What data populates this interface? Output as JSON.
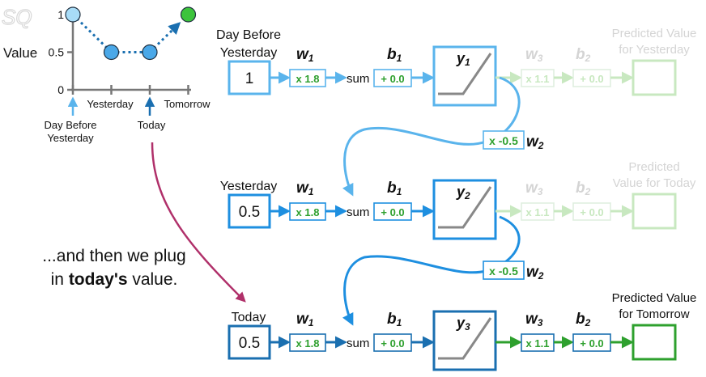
{
  "chart_data": {
    "type": "line",
    "ylabel": "Value",
    "yticks": [
      "0",
      "0.5",
      "1"
    ],
    "ylim": [
      0,
      1
    ],
    "categories": [
      "Day Before Yesterday",
      "",
      "Today",
      "Tomorrow"
    ],
    "x_tick_labels": [
      "Yesterday",
      "Tomorrow"
    ],
    "x_callouts": [
      "Day Before Yesterday",
      "Today"
    ],
    "values": [
      1,
      0.5,
      0.5,
      1
    ],
    "point_colors": [
      "#a8dcf7",
      "#4aa8e8",
      "#4aa8e8",
      "#3cc43c"
    ],
    "grid": false
  },
  "logo": {
    "text": "SQ"
  },
  "rows": [
    {
      "input_label": [
        "Day Before",
        "Yesterday"
      ],
      "input_value": "1",
      "w1": "w1",
      "w1_val": "x 1.8",
      "sum": "sum",
      "b1": "b1",
      "b1_val": "+ 0.0",
      "y": "y1",
      "w3": "w3",
      "w3_val": "x 1.1",
      "b2": "b2",
      "b2_val": "+ 0.0",
      "output_label": [
        "Predicted Value",
        "for Yesterday"
      ]
    },
    {
      "input_label": [
        "Yesterday"
      ],
      "input_value": "0.5",
      "w1": "w1",
      "w1_val": "x 1.8",
      "sum": "sum",
      "b1": "b1",
      "b1_val": "+ 0.0",
      "y": "y2",
      "w3": "w3",
      "w3_val": "x 1.1",
      "b2": "b2",
      "b2_val": "+ 0.0",
      "output_label": [
        "Predicted",
        "Value for Today"
      ]
    },
    {
      "input_label": [
        "Today"
      ],
      "input_value": "0.5",
      "w1": "w1",
      "w1_val": "x 1.8",
      "sum": "sum",
      "b1": "b1",
      "b1_val": "+ 0.0",
      "y": "y3",
      "w3": "w3",
      "w3_val": "x 1.1",
      "b2": "b2",
      "b2_val": "+ 0.0",
      "output_label": [
        "Predicted Value",
        "for Tomorrow"
      ]
    }
  ],
  "feedback": [
    {
      "label": "w2",
      "val": "x -0.5"
    },
    {
      "label": "w2",
      "val": "x -0.5"
    }
  ],
  "caption": {
    "line1": "...and then we plug",
    "line2_pre": "in ",
    "line2_bold": "today's",
    "line2_post": " value."
  },
  "colors": {
    "row1": "#5ab4ec",
    "row2": "#1e8fe0",
    "row3": "#1a6fb0",
    "green": "#2ea02e",
    "faded_green": "#c8e8c0",
    "curve_arrow": "#b0306a"
  }
}
